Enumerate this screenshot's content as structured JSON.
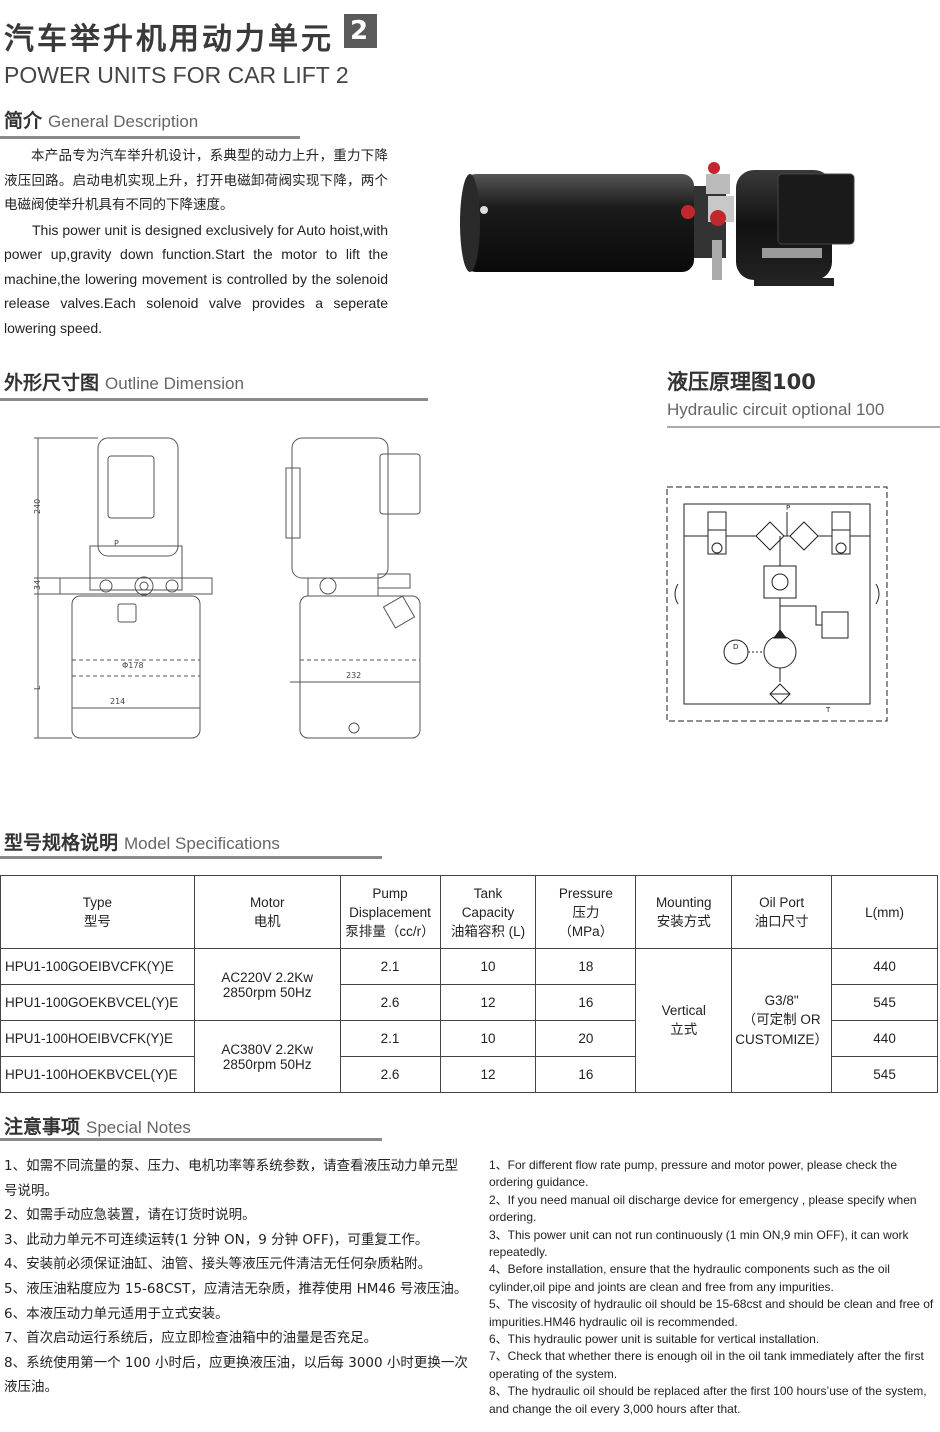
{
  "header": {
    "title_cn": "汽车举升机用动力单元",
    "badge": "2",
    "title_en": "POWER UNITS FOR CAR LIFT 2"
  },
  "intro": {
    "heading_cn": "简介",
    "heading_en": "General Description",
    "text_cn": "本产品专为汽车举升机设计，系典型的动力上升，重力下降液压回路。启动电机实现上升，打开电磁卸荷阀实现下降，两个电磁阀使举升机具有不同的下降速度。",
    "text_en": "This power unit is designed exclusively for Auto hoist,with power up,gravity down function.Start the motor to lift the machine,the lowering movement is controlled by the solenoid release valves.Each solenoid valve provides a seperate lowering speed."
  },
  "outline": {
    "heading_cn": "外形尺寸图",
    "heading_en": "Outline Dimension",
    "dim_240": "240",
    "dim_34": "34",
    "dim_L": "L",
    "dim_178": "Φ178",
    "dim_214": "214",
    "dim_232": "232",
    "port_P": "P"
  },
  "circuit": {
    "heading_cn": "液压原理图100",
    "heading_en": "Hydraulic circuit optional 100",
    "label_P": "P",
    "label_T": "T",
    "label_D": "D"
  },
  "specs": {
    "heading_cn": "型号规格说明",
    "heading_en": "Model Specifications",
    "headers": [
      {
        "en": "Type",
        "cn": "型号"
      },
      {
        "en": "Motor",
        "cn": "电机"
      },
      {
        "en": "Pump",
        "en2": "Displacement",
        "cn": "泵排量（cc/r）"
      },
      {
        "en": "Tank",
        "en2": "Capacity",
        "cn": "油箱容积 (L)"
      },
      {
        "en": "Pressure",
        "cn": "压力",
        "cn2": "（MPa）"
      },
      {
        "en": "Mounting",
        "cn": "安装方式"
      },
      {
        "en": "Oil Port",
        "cn": "油口尺寸"
      },
      {
        "en": "L(mm)"
      }
    ],
    "rows": [
      {
        "type": "HPU1-100GOEIBVCFK(Y)E",
        "pump": "2.1",
        "tank": "10",
        "pressure": "18",
        "l": "440"
      },
      {
        "type": "HPU1-100GOEKBVCEL(Y)E",
        "pump": "2.6",
        "tank": "12",
        "pressure": "16",
        "l": "545"
      },
      {
        "type": "HPU1-100HOEIBVCFK(Y)E",
        "pump": "2.1",
        "tank": "10",
        "pressure": "20",
        "l": "440"
      },
      {
        "type": "HPU1-100HOEKBVCEL(Y)E",
        "pump": "2.6",
        "tank": "12",
        "pressure": "16",
        "l": "545"
      }
    ],
    "motor_a_line1": "AC220V 2.2Kw",
    "motor_a_line2": "2850rpm 50Hz",
    "motor_b_line1": "AC380V 2.2Kw",
    "motor_b_line2": "2850rpm 50Hz",
    "mounting_en": "Vertical",
    "mounting_cn": "立式",
    "port_line1": "G3/8\"",
    "port_line2": "（可定制 OR",
    "port_line3": "CUSTOMIZE）"
  },
  "notes": {
    "heading_cn": "注意事项",
    "heading_en": "Special Notes",
    "cn": [
      "1、如需不同流量的泵、压力、电机功率等系统参数，请查看液压动力单元型号说明。",
      "2、如需手动应急装置，请在订货时说明。",
      "3、此动力单元不可连续运转(1 分钟 ON，9 分钟 OFF)，可重复工作。",
      "4、安装前必须保证油缸、油管、接头等液压元件清洁无任何杂质粘附。",
      "5、液压油粘度应为 15-68CST，应清洁无杂质，推荐使用 HM46 号液压油。",
      "6、本液压动力单元适用于立式安装。",
      "7、首次启动运行系统后，应立即检查油箱中的油量是否充足。",
      "8、系统使用第一个 100 小时后，应更换液压油，以后每 3000 小时更换一次液压油。"
    ],
    "en": [
      "1、For different flow rate pump, pressure and motor power, please check the ordering guidance.",
      "2、If you need manual oil discharge device for emergency , please specify when ordering.",
      "3、This power unit can not run continuously (1 min ON,9 min OFF), it can work repeatedly.",
      "4、Before installation, ensure that the hydraulic components such as the oil cylinder,oil pipe and joints are clean and free from any impurities.",
      "5、The viscosity of hydraulic oil should be 15-68cst and should be clean and free of impurities.HM46 hydraulic oil is recommended.",
      "6、This hydraulic power unit is suitable for vertical installation.",
      "7、Check that whether there is enough oil in the oil tank immediately after the first operating of the system.",
      "8、The hydraulic oil should be replaced after the first 100 hours’use of the system, and change the oil every 3,000 hours after that."
    ]
  },
  "colors": {
    "rule": "#8a8a8a",
    "badge": "#5a5a5a",
    "valve_red": "#c0282d"
  }
}
